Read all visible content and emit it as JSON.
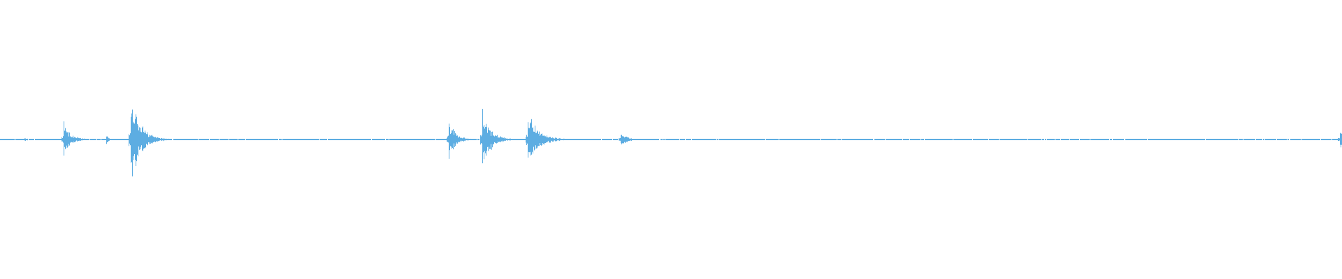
{
  "chart_data": {
    "type": "area",
    "kind": "audio-waveform",
    "color": "#5dade2",
    "background": "#ffffff",
    "grid": false,
    "axes_visible": false,
    "ylim": [
      -1,
      1
    ],
    "xlim": [
      0,
      1
    ],
    "baseline_amplitude": 0.004,
    "events": [
      {
        "time": 0.018,
        "amplitude": 0.012,
        "decay": 0.008
      },
      {
        "time": 0.047,
        "amplitude": 0.13,
        "decay": 0.014
      },
      {
        "time": 0.079,
        "amplitude": 0.03,
        "decay": 0.006
      },
      {
        "time": 0.097,
        "amplitude": 0.3,
        "decay": 0.02
      },
      {
        "time": 0.334,
        "amplitude": 0.14,
        "decay": 0.014
      },
      {
        "time": 0.359,
        "amplitude": 0.2,
        "decay": 0.018
      },
      {
        "time": 0.393,
        "amplitude": 0.19,
        "decay": 0.022
      },
      {
        "time": 0.462,
        "amplitude": 0.06,
        "decay": 0.012
      },
      {
        "time": 0.998,
        "amplitude": 0.07,
        "decay": 0.01
      }
    ]
  }
}
